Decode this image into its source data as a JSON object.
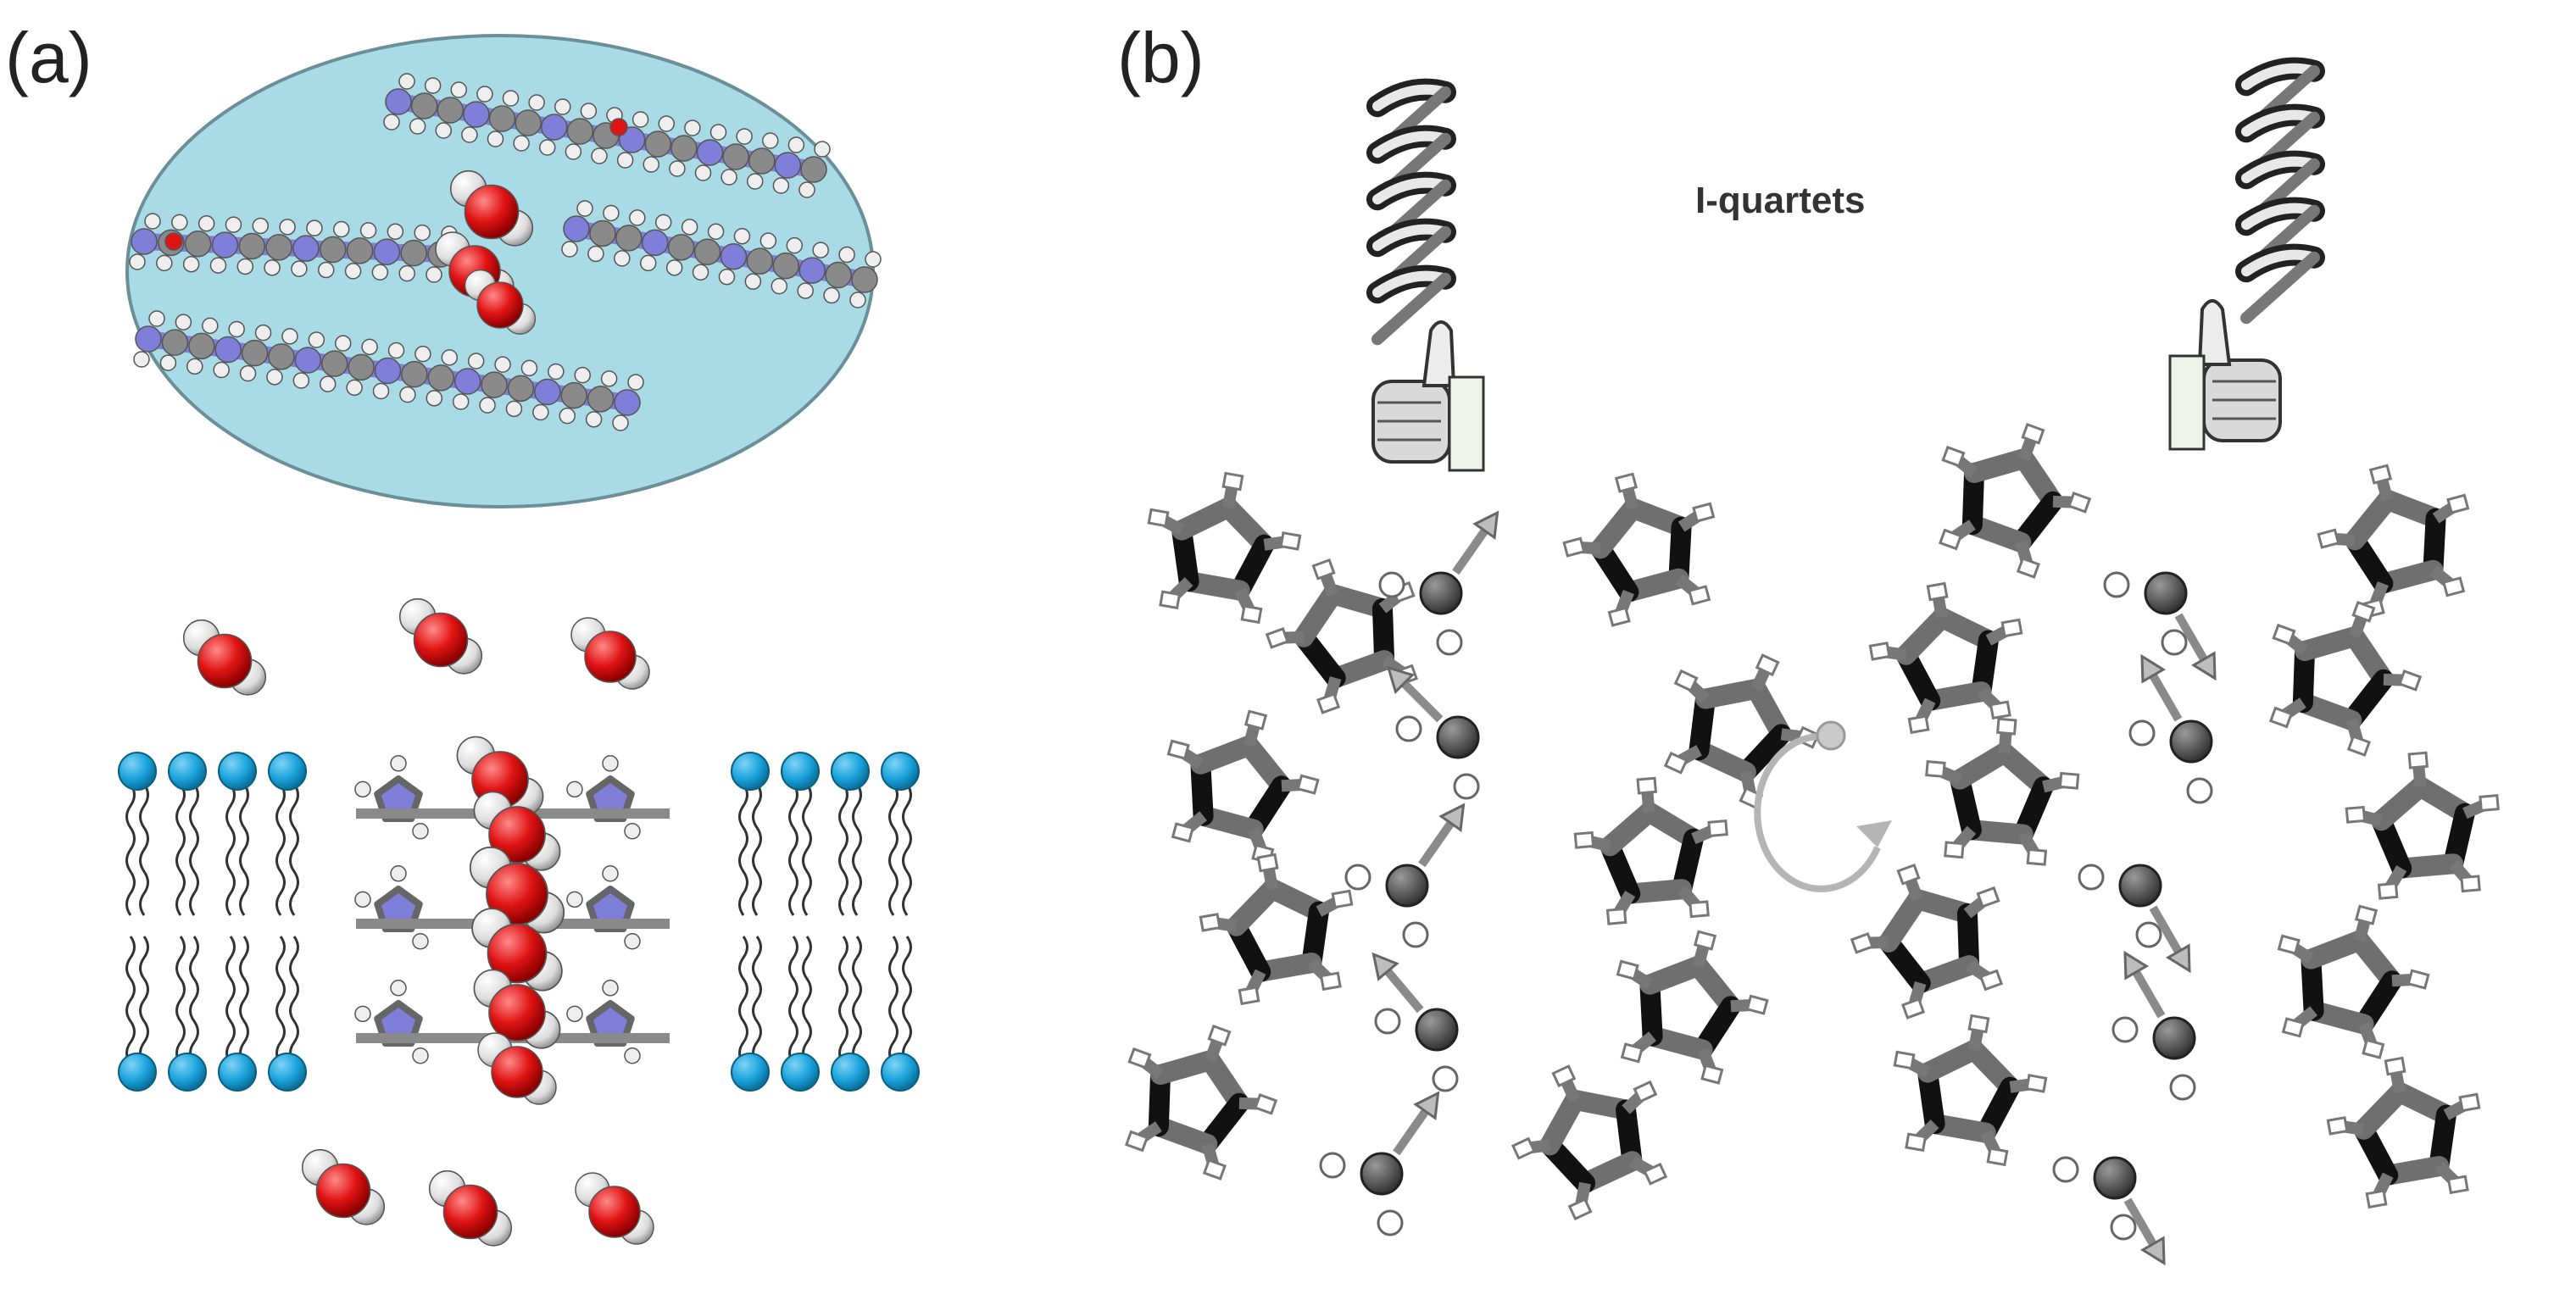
{
  "figure": {
    "panel_a_label": "(a)",
    "panel_b_label": "(b)",
    "panel_b_title": "I-quartets"
  },
  "colors": {
    "ellipse_fill": "#a9dbe6",
    "oxygen": "#e01414",
    "hydrogen": "#f0f0f0",
    "carbon": "#8a8a8a",
    "nitrogen": "#7f7fd9",
    "lipid_head": "#1aa3dc",
    "ring_dark": "#111111",
    "ring_mid": "#6f6f6f"
  }
}
